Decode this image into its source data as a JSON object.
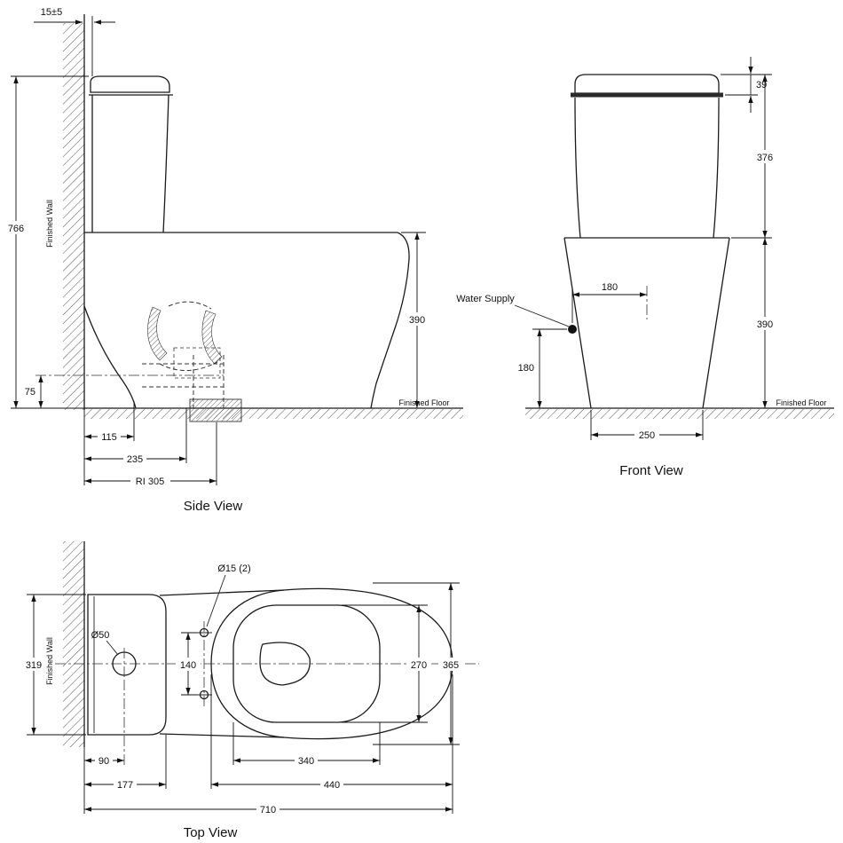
{
  "drawing": {
    "side_view": {
      "label": "Side View",
      "wall_label": "Finished Wall",
      "floor_label": "Finished Floor",
      "dim_wall_gap": "15±5",
      "dim_total_height": "766",
      "dim_outlet_height": "75",
      "dim_bowl_height": "390",
      "dim_115": "115",
      "dim_235": "235",
      "dim_rough_in": "RI 305"
    },
    "front_view": {
      "label": "Front View",
      "floor_label": "Finished Floor",
      "water_supply_label": "Water Supply",
      "dim_lid": "39",
      "dim_tank_height": "376",
      "dim_bowl_height": "390",
      "dim_supply_offset": "180",
      "dim_supply_height": "180",
      "dim_base_width": "250"
    },
    "top_view": {
      "label": "Top View",
      "wall_label": "Finished Wall",
      "dim_bolt_holes": "Ø15 (2)",
      "dim_supply_hole": "Ø50",
      "dim_tank_width": "319",
      "dim_bolt_spacing": "140",
      "dim_seat_width": "270",
      "dim_bowl_width": "365",
      "dim_90": "90",
      "dim_177": "177",
      "dim_340": "340",
      "dim_440": "440",
      "dim_710": "710"
    },
    "colors": {
      "line": "#1a1a1a",
      "background": "#ffffff"
    }
  }
}
